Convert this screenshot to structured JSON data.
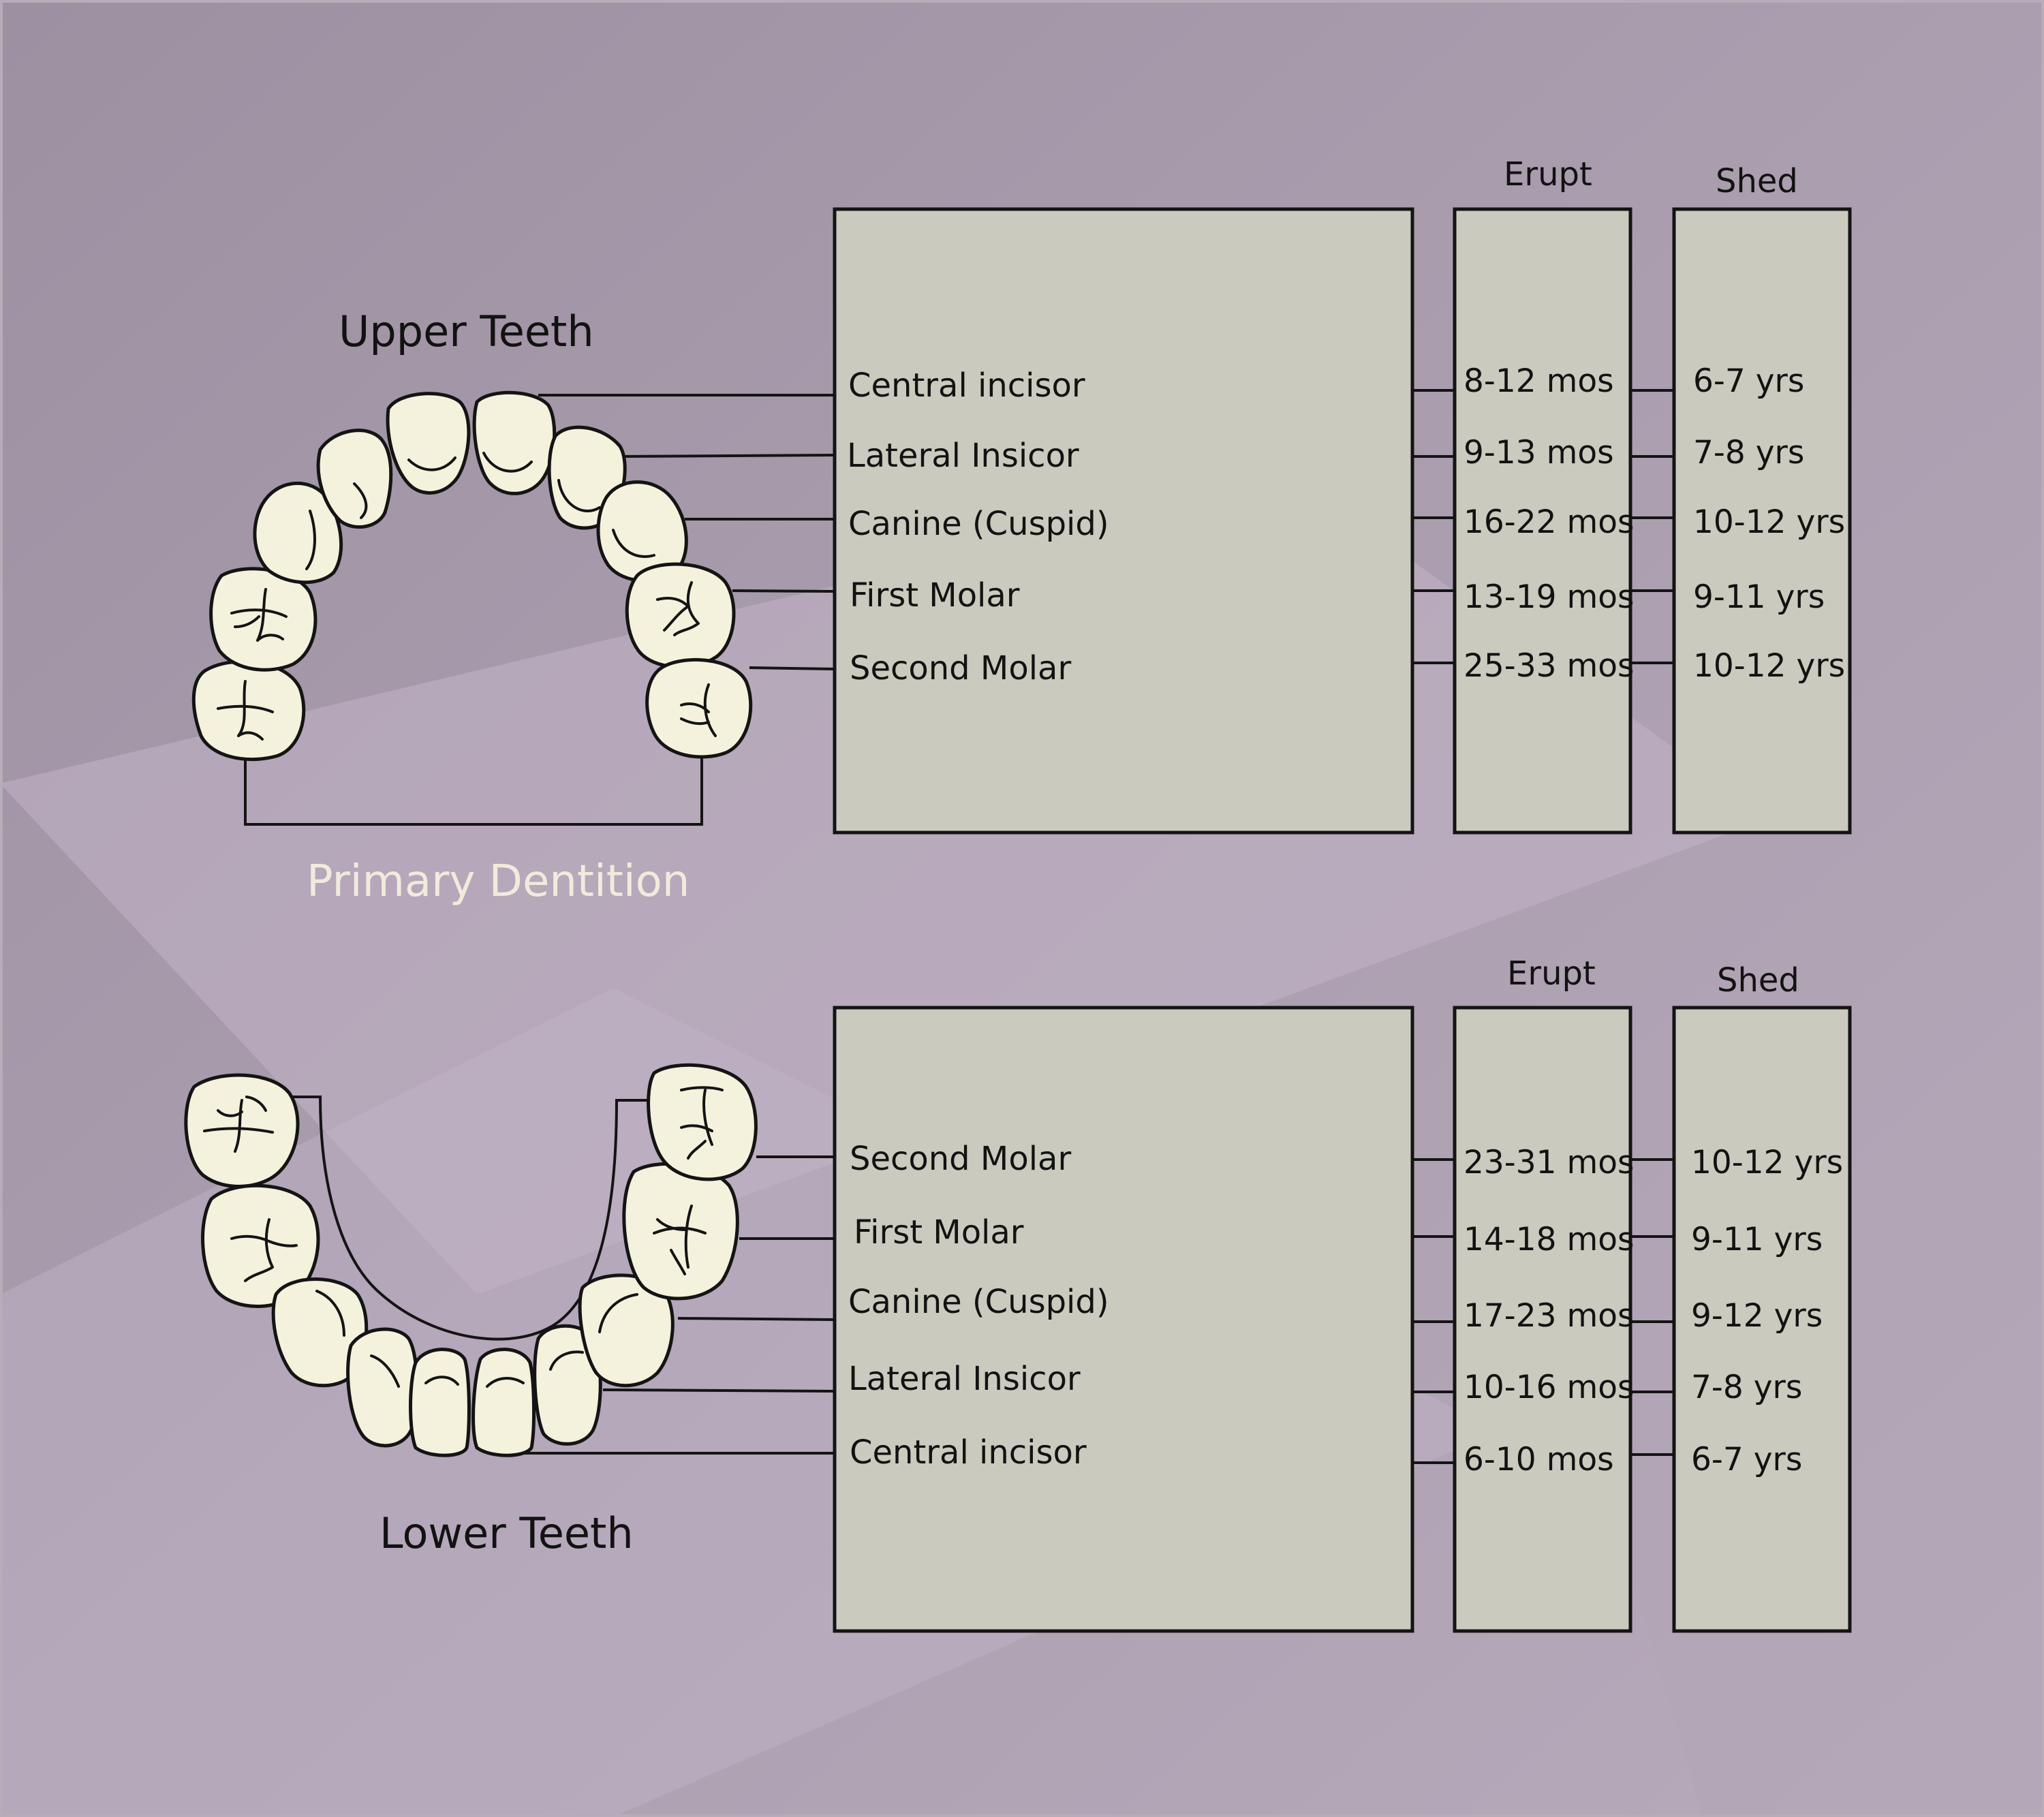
{
  "colors": {
    "background": "#9c90a1",
    "highlight": "#c2b4c7",
    "box_fill": "#cbcabe",
    "tooth_fill": "#f4f2dd",
    "outline": "#141414",
    "subtitle": "#f1ebdd"
  },
  "subtitle": "Primary Dentition",
  "upper": {
    "title": "Upper Teeth",
    "erupt_header": "Erupt",
    "shed_header": "Shed",
    "rows": [
      {
        "tooth": "Central incisor",
        "erupt": "8-12 mos",
        "shed": "6-7 yrs"
      },
      {
        "tooth": "Lateral Insicor",
        "erupt": "9-13 mos",
        "shed": "7-8 yrs"
      },
      {
        "tooth": "Canine (Cuspid)",
        "erupt": "16-22 mos",
        "shed": "10-12 yrs"
      },
      {
        "tooth": "First Molar",
        "erupt": "13-19 mos",
        "shed": "9-11 yrs"
      },
      {
        "tooth": "Second Molar",
        "erupt": "25-33 mos",
        "shed": "10-12 yrs"
      }
    ]
  },
  "lower": {
    "title": "Lower Teeth",
    "erupt_header": "Erupt",
    "shed_header": "Shed",
    "rows": [
      {
        "tooth": "Second Molar",
        "erupt": "23-31 mos",
        "shed": "10-12 yrs"
      },
      {
        "tooth": "First Molar",
        "erupt": "14-18 mos",
        "shed": "9-11 yrs"
      },
      {
        "tooth": "Canine (Cuspid)",
        "erupt": "17-23 mos",
        "shed": "9-12 yrs"
      },
      {
        "tooth": "Lateral Insicor",
        "erupt": "10-16 mos",
        "shed": "7-8 yrs"
      },
      {
        "tooth": "Central incisor",
        "erupt": "6-10 mos",
        "shed": "6-7 yrs"
      }
    ]
  }
}
